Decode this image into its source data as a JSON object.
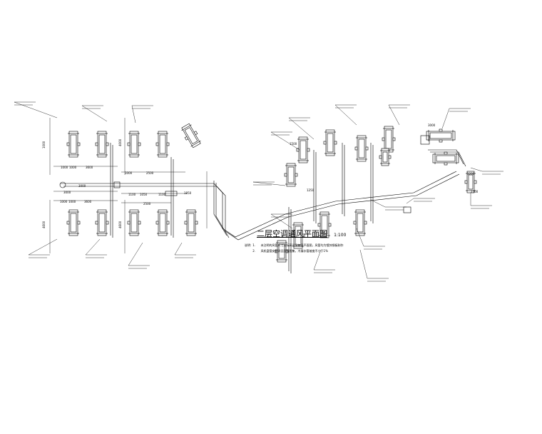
{
  "drawing": {
    "title": "二层空调通风平面图",
    "scale": "1:100",
    "notes_heading": "说明:",
    "notes": [
      {
        "index": "1.",
        "text": "未注明的风管尺寸及标高详见各层平面图，风管均为镀锌钢板制作"
      },
      {
        "index": "2.",
        "text": "风机盘管安装详见国标图集，冷凝水管坡度不小于1%"
      }
    ]
  },
  "dimensions": {
    "d1000": "1000",
    "d1500": "1500",
    "d1850": "1850",
    "d1250": "1250",
    "d1200": "1200",
    "d1100": "1100",
    "d1050": "1050",
    "d2500": "2500",
    "d3000": "3000",
    "d3600": "3600",
    "d4000": "4000",
    "d4600": "4600",
    "d2700": "2700"
  },
  "colors": {
    "line": "#000000",
    "background": "#ffffff"
  }
}
